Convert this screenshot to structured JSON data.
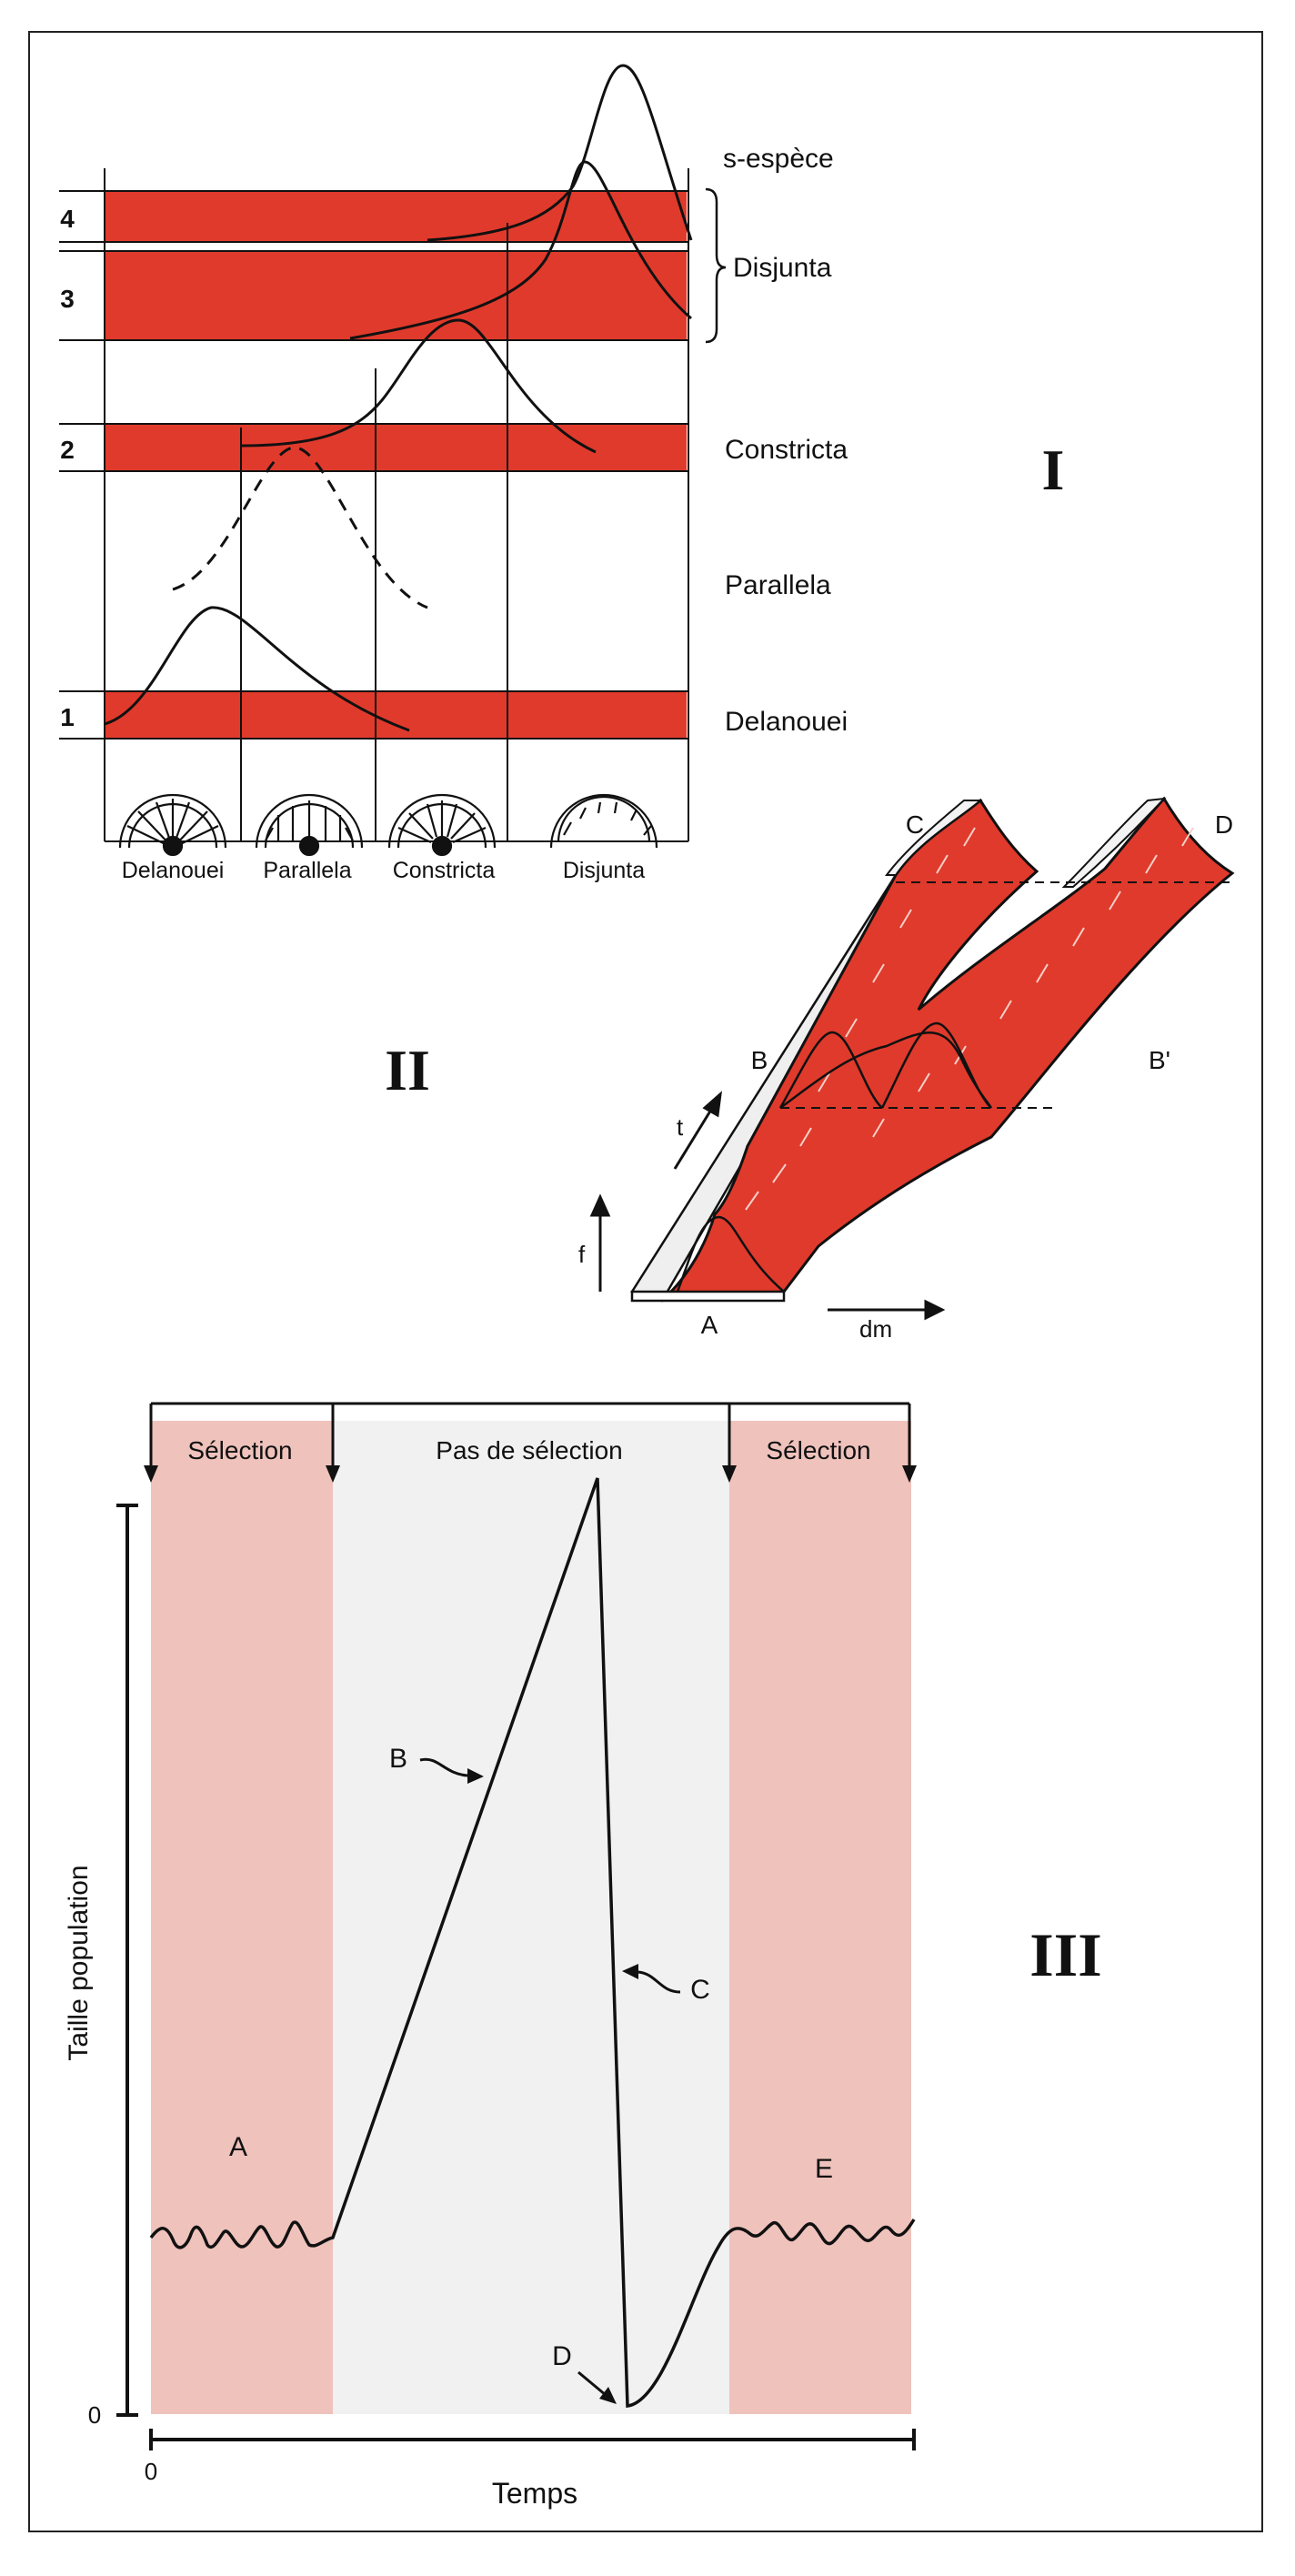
{
  "colors": {
    "red": "#e03a2c",
    "pink": "#efc2bc",
    "grey": "#f1f1f1",
    "ink": "#111111"
  },
  "panel_I": {
    "roman": "I",
    "row_numbers": [
      "4",
      "3",
      "2",
      "1"
    ],
    "species": [
      "s-espèce",
      "Disjunta",
      "Constricta",
      "Parallela",
      "Delanouei"
    ],
    "column_labels": [
      "Delanouei",
      "Parallela",
      "Constricta",
      "Disjunta"
    ]
  },
  "panel_II": {
    "roman": "II",
    "labels": {
      "a": "A",
      "b": "B",
      "b_prime": "B'",
      "c": "C",
      "d": "D",
      "t": "t",
      "f": "f",
      "dm": "dm"
    }
  },
  "panel_III": {
    "roman": "III",
    "headers": [
      "Sélection",
      "Pas de sélection",
      "Sélection"
    ],
    "ylabel": "Taille population",
    "xlabel": "Temps",
    "y_zero": "0",
    "x_zero": "0",
    "points": {
      "a": "A",
      "b": "B",
      "c": "C",
      "d": "D",
      "e": "E"
    }
  }
}
